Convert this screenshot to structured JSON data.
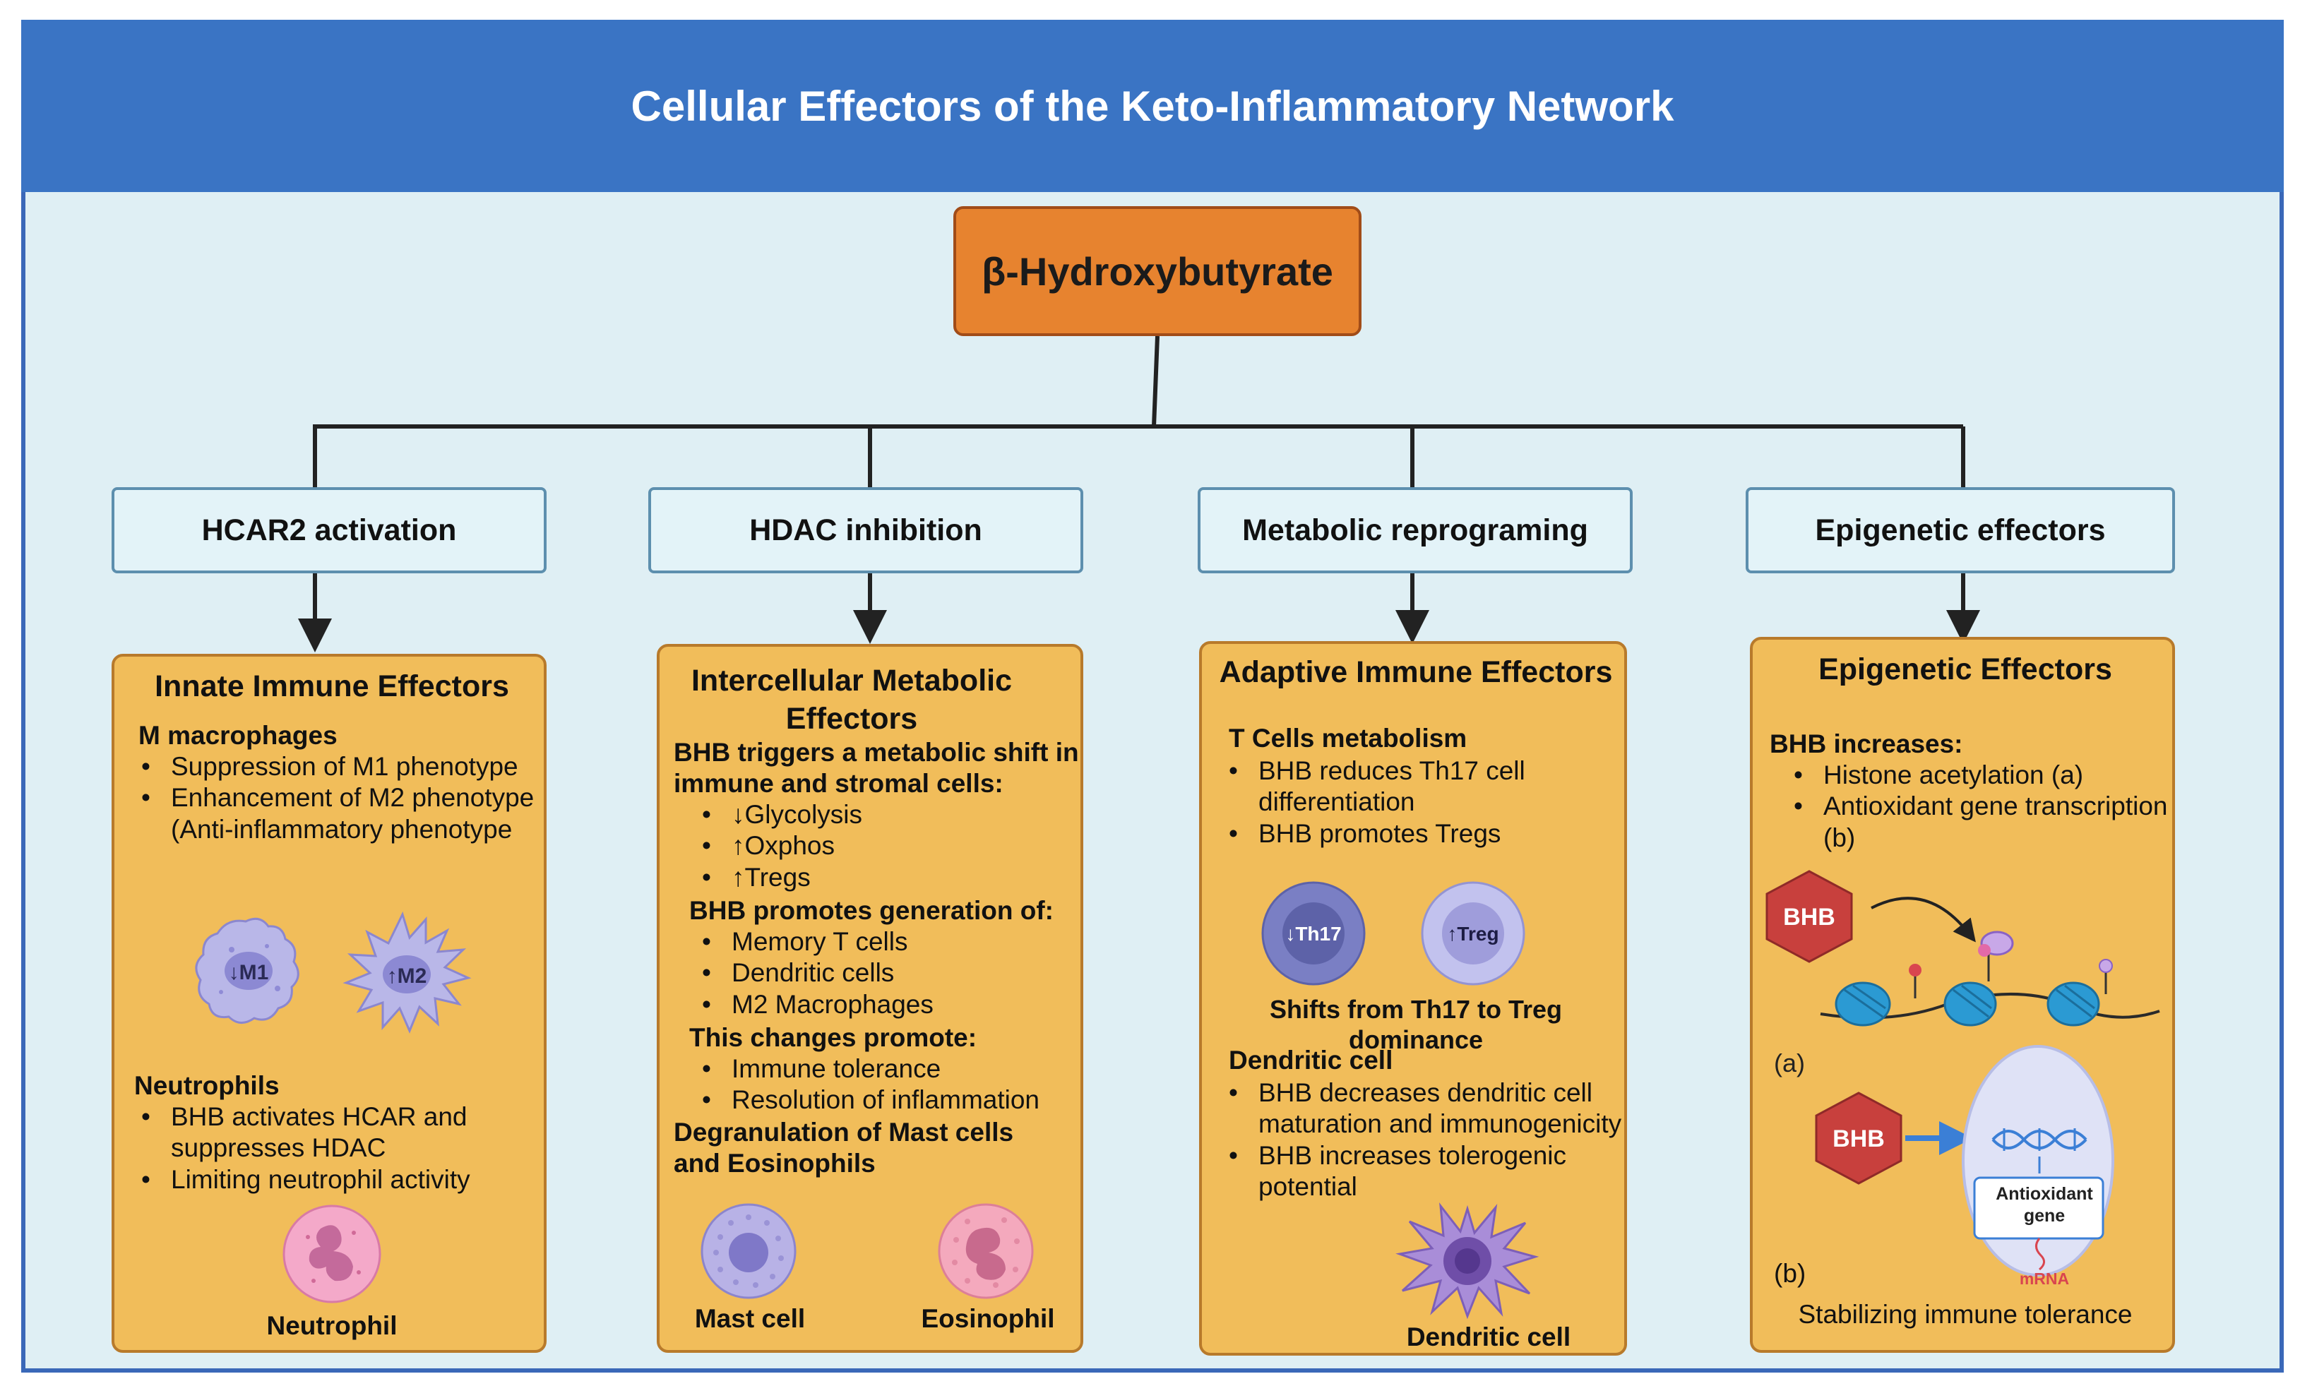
{
  "title": "Cellular Effectors of the Keto-Inflammatory Network",
  "root": "β-Hydroxybutyrate",
  "mechanisms": [
    "HCAR2 activation",
    "HDAC inhibition",
    "Metabolic reprograming",
    "Epigenetic effectors"
  ],
  "innate": {
    "title": "Innate Immune Effectors",
    "macro_heading": "M macrophages",
    "macro_items": [
      "Suppression of M1 phenotype",
      "Enhancement of M2 phenotype  (Anti-inflammatory phenotype"
    ],
    "m1_label": "↓M1",
    "m2_label": "↑M2",
    "neutro_heading": "Neutrophils",
    "neutro_items": [
      "BHB activates HCAR and suppresses HDAC",
      "Limiting neutrophil activity"
    ],
    "neutrophil_label": "Neutrophil"
  },
  "metabolic": {
    "title": "Intercellular Metabolic Effectors",
    "shift_heading": "BHB triggers a metabolic shift in immune and stromal cells:",
    "shift_items": [
      "↓Glycolysis",
      "↑Oxphos",
      "↑Tregs"
    ],
    "gen_heading": "BHB promotes generation of:",
    "gen_items": [
      "Memory T cells",
      "Dendritic cells",
      "M2 Macrophages"
    ],
    "changes_heading": "This changes promote:",
    "changes_items": [
      "Immune tolerance",
      "Resolution of inflammation"
    ],
    "degran_heading": "Degranulation of Mast cells and Eosinophils",
    "mast_label": "Mast cell",
    "eos_label": "Eosinophil"
  },
  "adaptive": {
    "title": "Adaptive Immune Effectors",
    "t_heading": "T Cells metabolism",
    "t_items": [
      "BHB reduces Th17 cell differentiation",
      "BHB promotes Tregs"
    ],
    "th17_label": "↓Th17",
    "treg_label": "↑Treg",
    "shift_caption": "Shifts from Th17 to Treg dominance",
    "dc_heading": "Dendritic cell",
    "dc_items": [
      "BHB decreases dendritic cell maturation and immunogenicity",
      "BHB increases tolerogenic potential"
    ],
    "dc_label": "Dendritic cell"
  },
  "epigenetic": {
    "title": "Epigenetic Effectors",
    "inc_heading": "BHB increases:",
    "inc_items": [
      "Histone acetylation (a)",
      "Antioxidant gene transcription (b)"
    ],
    "bhb_label": "BHB",
    "label_a": "(a)",
    "label_b": "(b)",
    "gene_label": "Antioxidant gene",
    "mrna_label": "mRNA",
    "caption": "Stabilizing immune tolerance"
  },
  "colors": {
    "header": "#3a74c4",
    "background": "#dfeff4",
    "root": "#e7832f",
    "card": "#f1bd5a",
    "bhb_hexagon": "#c8403d"
  }
}
